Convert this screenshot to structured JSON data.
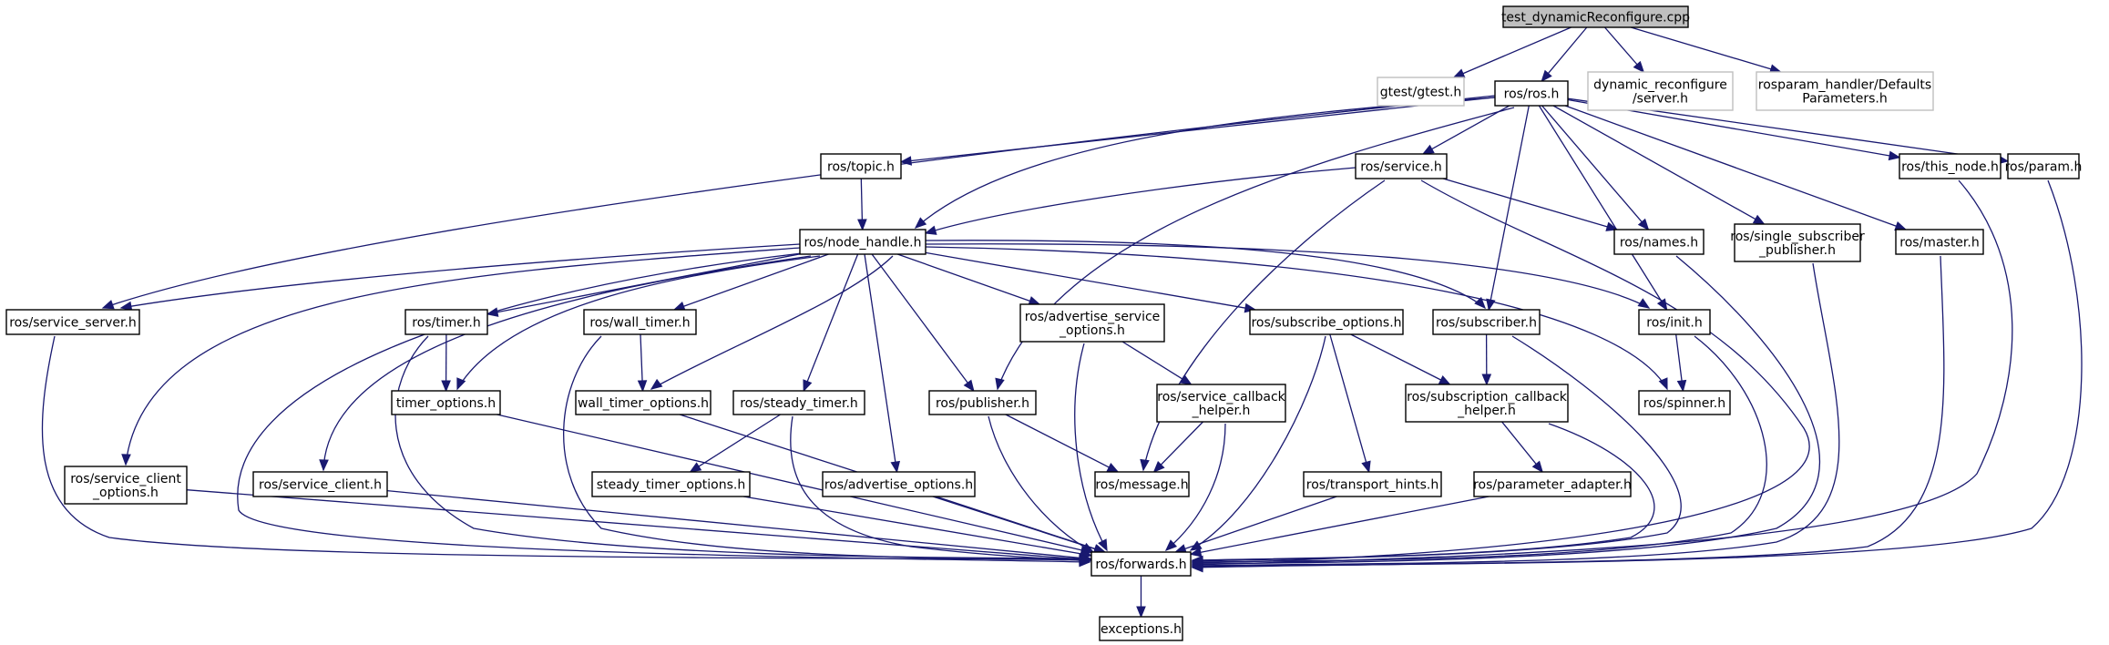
{
  "graph": {
    "colors": {
      "edge": "#191970",
      "node_border": "#000000",
      "external_border": "#bfbfbf",
      "root_fill": "#bfbfbf",
      "node_fill": "#ffffff",
      "text": "#000000"
    },
    "nodes": [
      {
        "id": "root",
        "lines": [
          "test_dynamicReconfigure.cpp"
        ],
        "style": "root"
      },
      {
        "id": "gtest",
        "lines": [
          "gtest/gtest.h"
        ],
        "style": "external"
      },
      {
        "id": "ros",
        "lines": [
          "ros/ros.h"
        ],
        "style": "normal"
      },
      {
        "id": "dynrec",
        "lines": [
          "dynamic_reconfigure",
          "/server.h"
        ],
        "style": "external"
      },
      {
        "id": "rosparam",
        "lines": [
          "rosparam_handler/Defaults",
          "Parameters.h"
        ],
        "style": "external"
      },
      {
        "id": "topic",
        "lines": [
          "ros/topic.h"
        ],
        "style": "normal"
      },
      {
        "id": "service",
        "lines": [
          "ros/service.h"
        ],
        "style": "normal"
      },
      {
        "id": "thisnode",
        "lines": [
          "ros/this_node.h"
        ],
        "style": "normal"
      },
      {
        "id": "param",
        "lines": [
          "ros/param.h"
        ],
        "style": "normal"
      },
      {
        "id": "nodehandle",
        "lines": [
          "ros/node_handle.h"
        ],
        "style": "normal"
      },
      {
        "id": "names",
        "lines": [
          "ros/names.h"
        ],
        "style": "normal"
      },
      {
        "id": "singlesub",
        "lines": [
          "ros/single_subscriber",
          "_publisher.h"
        ],
        "style": "normal"
      },
      {
        "id": "master",
        "lines": [
          "ros/master.h"
        ],
        "style": "normal"
      },
      {
        "id": "servicesrv",
        "lines": [
          "ros/service_server.h"
        ],
        "style": "normal"
      },
      {
        "id": "timer",
        "lines": [
          "ros/timer.h"
        ],
        "style": "normal"
      },
      {
        "id": "walltimer",
        "lines": [
          "ros/wall_timer.h"
        ],
        "style": "normal"
      },
      {
        "id": "advsrvopt",
        "lines": [
          "ros/advertise_service",
          "_options.h"
        ],
        "style": "normal"
      },
      {
        "id": "subopt",
        "lines": [
          "ros/subscribe_options.h"
        ],
        "style": "normal"
      },
      {
        "id": "subscriber",
        "lines": [
          "ros/subscriber.h"
        ],
        "style": "normal"
      },
      {
        "id": "init",
        "lines": [
          "ros/init.h"
        ],
        "style": "normal"
      },
      {
        "id": "timeropt",
        "lines": [
          "timer_options.h"
        ],
        "style": "normal"
      },
      {
        "id": "walltimeropt",
        "lines": [
          "wall_timer_options.h"
        ],
        "style": "normal"
      },
      {
        "id": "steadytimer",
        "lines": [
          "ros/steady_timer.h"
        ],
        "style": "normal"
      },
      {
        "id": "publisher",
        "lines": [
          "ros/publisher.h"
        ],
        "style": "normal"
      },
      {
        "id": "srvcb",
        "lines": [
          "ros/service_callback",
          "_helper.h"
        ],
        "style": "normal"
      },
      {
        "id": "subcb",
        "lines": [
          "ros/subscription_callback",
          "_helper.h"
        ],
        "style": "normal"
      },
      {
        "id": "spinner",
        "lines": [
          "ros/spinner.h"
        ],
        "style": "normal"
      },
      {
        "id": "srvclientopt",
        "lines": [
          "ros/service_client",
          "_options.h"
        ],
        "style": "normal"
      },
      {
        "id": "srvclient",
        "lines": [
          "ros/service_client.h"
        ],
        "style": "normal"
      },
      {
        "id": "steadyopt",
        "lines": [
          "steady_timer_options.h"
        ],
        "style": "normal"
      },
      {
        "id": "advopt",
        "lines": [
          "ros/advertise_options.h"
        ],
        "style": "normal"
      },
      {
        "id": "message",
        "lines": [
          "ros/message.h"
        ],
        "style": "normal"
      },
      {
        "id": "transport",
        "lines": [
          "ros/transport_hints.h"
        ],
        "style": "normal"
      },
      {
        "id": "paramadapter",
        "lines": [
          "ros/parameter_adapter.h"
        ],
        "style": "normal"
      },
      {
        "id": "forwards",
        "lines": [
          "ros/forwards.h"
        ],
        "style": "normal"
      },
      {
        "id": "exceptions",
        "lines": [
          "exceptions.h"
        ],
        "style": "normal"
      }
    ],
    "edges": [
      [
        "root",
        "gtest"
      ],
      [
        "root",
        "ros"
      ],
      [
        "root",
        "dynrec"
      ],
      [
        "root",
        "rosparam"
      ],
      [
        "ros",
        "topic"
      ],
      [
        "ros",
        "service"
      ],
      [
        "ros",
        "thisnode"
      ],
      [
        "ros",
        "param"
      ],
      [
        "ros",
        "nodehandle"
      ],
      [
        "ros",
        "names"
      ],
      [
        "ros",
        "singlesub"
      ],
      [
        "ros",
        "master"
      ],
      [
        "ros",
        "servicesrv"
      ],
      [
        "ros",
        "publisher"
      ],
      [
        "ros",
        "subscriber"
      ],
      [
        "ros",
        "init"
      ],
      [
        "topic",
        "nodehandle"
      ],
      [
        "service",
        "nodehandle"
      ],
      [
        "service",
        "names"
      ],
      [
        "service",
        "message"
      ],
      [
        "service",
        "forwards"
      ],
      [
        "nodehandle",
        "servicesrv"
      ],
      [
        "nodehandle",
        "srvclientopt"
      ],
      [
        "nodehandle",
        "srvclient"
      ],
      [
        "nodehandle",
        "timer"
      ],
      [
        "nodehandle",
        "timeropt"
      ],
      [
        "nodehandle",
        "walltimer"
      ],
      [
        "nodehandle",
        "walltimeropt"
      ],
      [
        "nodehandle",
        "steadytimer"
      ],
      [
        "nodehandle",
        "advopt"
      ],
      [
        "nodehandle",
        "publisher"
      ],
      [
        "nodehandle",
        "advsrvopt"
      ],
      [
        "nodehandle",
        "subopt"
      ],
      [
        "nodehandle",
        "subscriber"
      ],
      [
        "nodehandle",
        "init"
      ],
      [
        "nodehandle",
        "spinner"
      ],
      [
        "nodehandle",
        "forwards"
      ],
      [
        "thisnode",
        "forwards"
      ],
      [
        "param",
        "forwards"
      ],
      [
        "names",
        "forwards"
      ],
      [
        "singlesub",
        "forwards"
      ],
      [
        "master",
        "forwards"
      ],
      [
        "servicesrv",
        "forwards"
      ],
      [
        "timer",
        "timeropt"
      ],
      [
        "timer",
        "forwards"
      ],
      [
        "timeropt",
        "forwards"
      ],
      [
        "walltimer",
        "walltimeropt"
      ],
      [
        "walltimer",
        "forwards"
      ],
      [
        "walltimeropt",
        "forwards"
      ],
      [
        "steadytimer",
        "steadyopt"
      ],
      [
        "steadytimer",
        "forwards"
      ],
      [
        "steadyopt",
        "forwards"
      ],
      [
        "advopt",
        "forwards"
      ],
      [
        "publisher",
        "message"
      ],
      [
        "publisher",
        "forwards"
      ],
      [
        "advsrvopt",
        "srvcb"
      ],
      [
        "advsrvopt",
        "forwards"
      ],
      [
        "srvcb",
        "message"
      ],
      [
        "srvcb",
        "forwards"
      ],
      [
        "subopt",
        "subcb"
      ],
      [
        "subopt",
        "transport"
      ],
      [
        "subopt",
        "forwards"
      ],
      [
        "subscriber",
        "subcb"
      ],
      [
        "subscriber",
        "forwards"
      ],
      [
        "subcb",
        "paramadapter"
      ],
      [
        "subcb",
        "forwards"
      ],
      [
        "paramadapter",
        "forwards"
      ],
      [
        "transport",
        "forwards"
      ],
      [
        "init",
        "spinner"
      ],
      [
        "init",
        "forwards"
      ],
      [
        "srvclientopt",
        "forwards"
      ],
      [
        "srvclient",
        "forwards"
      ],
      [
        "forwards",
        "exceptions"
      ]
    ]
  }
}
